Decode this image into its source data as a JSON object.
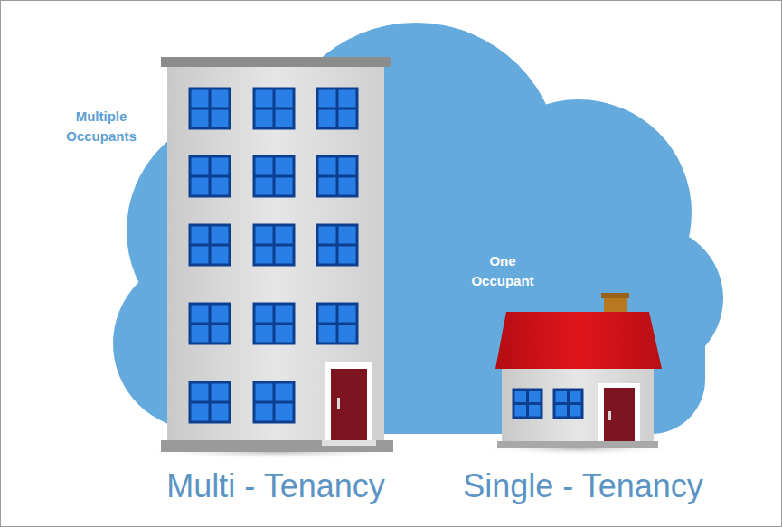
{
  "diagram": {
    "labels": [
      "Multiple Occupants",
      "One Occupant",
      "Multi - Tenancy",
      "Single - Tenancy"
    ]
  }
}
